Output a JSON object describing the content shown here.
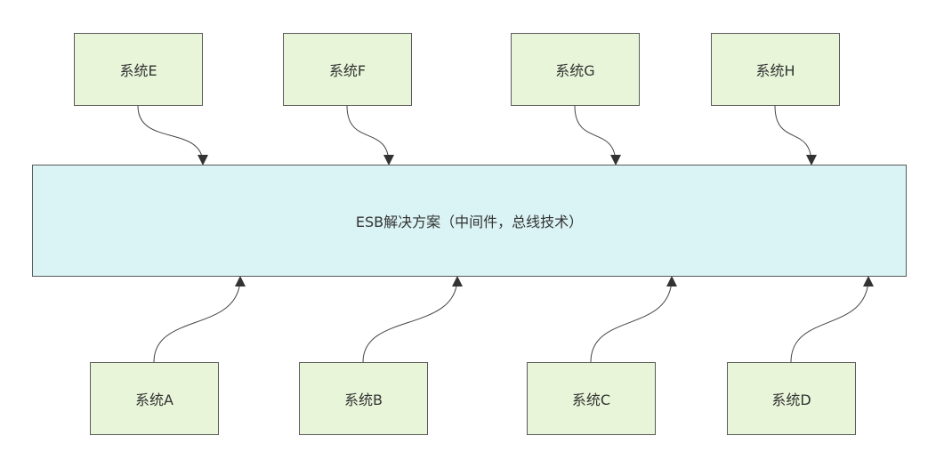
{
  "bus": {
    "label": "ESB解决方案（中间件，总线技术）"
  },
  "systems_top": [
    {
      "label": "系统E"
    },
    {
      "label": "系统F"
    },
    {
      "label": "系统G"
    },
    {
      "label": "系统H"
    }
  ],
  "systems_bottom": [
    {
      "label": "系统A"
    },
    {
      "label": "系统B"
    },
    {
      "label": "系统C"
    },
    {
      "label": "系统D"
    }
  ],
  "colors": {
    "system_fill": "#e8f5d9",
    "bus_fill": "#daf3f4",
    "border": "#5a5a5a",
    "connector": "#444444"
  }
}
